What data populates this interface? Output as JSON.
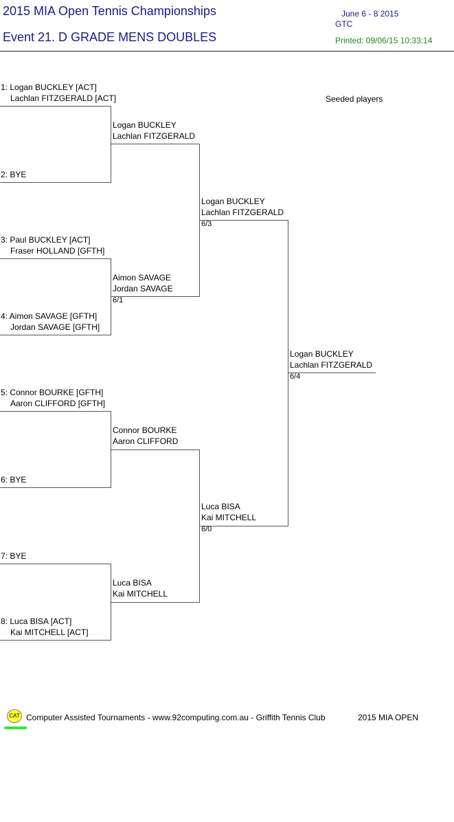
{
  "header": {
    "title": "2015 MIA Open Tennis Championships",
    "event": "Event 21. D GRADE MENS DOUBLES",
    "dates": "June 6 - 8  2015",
    "venue": "GTC",
    "printed": "Printed: 09/06/15 10:33:14",
    "seeded": "Seeded players"
  },
  "draw": {
    "r1": [
      {
        "l1": "1: Logan BUCKLEY [ACT]",
        "l2": "Lachlan FITZGERALD [ACT]"
      },
      {
        "l1": "2: BYE",
        "l2": ""
      },
      {
        "l1": "3: Paul BUCKLEY [ACT]",
        "l2": "Fraser HOLLAND [GFTH]"
      },
      {
        "l1": "4: Aimon SAVAGE [GFTH]",
        "l2": "Jordan SAVAGE [GFTH]"
      },
      {
        "l1": "5: Connor BOURKE [GFTH]",
        "l2": "Aaron CLIFFORD [GFTH]"
      },
      {
        "l1": "6: BYE",
        "l2": ""
      },
      {
        "l1": "7: BYE",
        "l2": ""
      },
      {
        "l1": "8: Luca BISA [ACT]",
        "l2": "Kai MITCHELL [ACT]"
      }
    ],
    "r2": [
      {
        "l1": "Logan BUCKLEY",
        "l2": "Lachlan FITZGERALD",
        "score": ""
      },
      {
        "l1": "Aimon SAVAGE",
        "l2": "Jordan SAVAGE",
        "score": "6/1"
      },
      {
        "l1": "Connor BOURKE",
        "l2": "Aaron CLIFFORD",
        "score": ""
      },
      {
        "l1": "Luca BISA",
        "l2": "Kai MITCHELL",
        "score": ""
      }
    ],
    "r3": [
      {
        "l1": "Logan BUCKLEY",
        "l2": "Lachlan FITZGERALD",
        "score": "6/3"
      },
      {
        "l1": "Luca BISA",
        "l2": "Kai MITCHELL",
        "score": "6/0"
      }
    ],
    "final": {
      "l1": "Logan BUCKLEY",
      "l2": "Lachlan FITZGERALD",
      "score": "6/4"
    }
  },
  "footer": {
    "logo_text": "CAT",
    "credit": "Computer Assisted Tournaments - www.92computing.com.au -  Griffith Tennis Club",
    "event_name": "2015 MIA OPEN"
  }
}
